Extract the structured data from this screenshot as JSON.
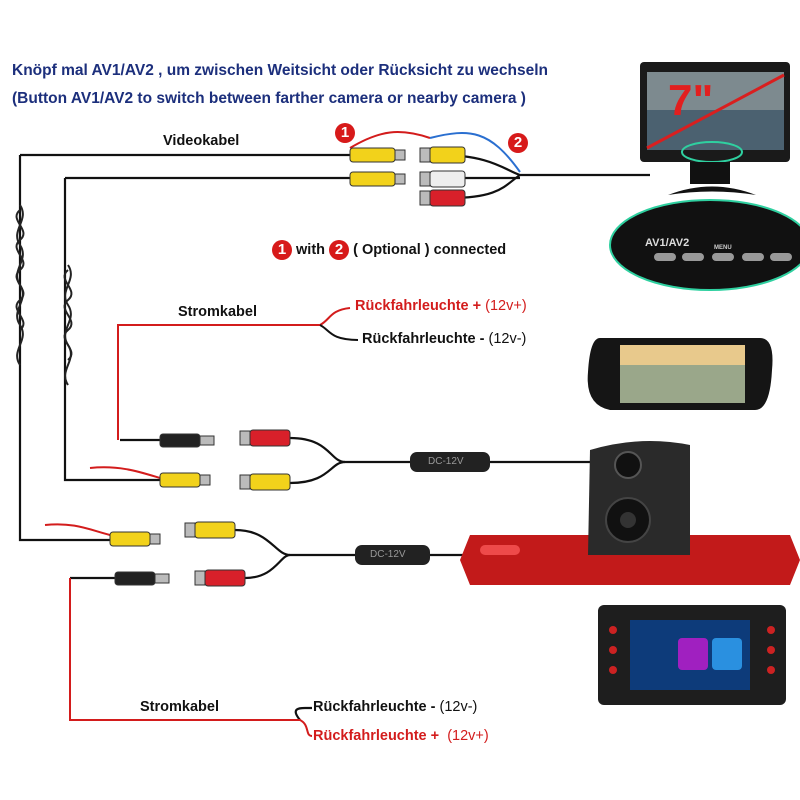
{
  "title": {
    "line1": "Knöpf mal AV1/AV2 , um zwischen Weitsicht oder Rücksicht zu wechseln",
    "line2": "(Button AV1/AV2 to switch between farther camera or nearby camera )"
  },
  "labels": {
    "videokabel": "Videokabel",
    "stromkabel_top": "Stromkabel",
    "stromkabel_bottom": "Stromkabel",
    "badge1": "1",
    "badge2": "2",
    "optional_badge1": "1",
    "optional_with": "with",
    "optional_badge2": "2",
    "optional_text": "( Optional ) connected",
    "top_plus": "Rückfahrleuchte +",
    "top_plus_v": "(12v+)",
    "top_minus": "Rückfahrleuchte -",
    "top_minus_v": "(12v-)",
    "bottom_minus": "Rückfahrleuchte -",
    "bottom_minus_v": "(12v-)",
    "bottom_plus": "Rückfahrleuchte +",
    "bottom_plus_v": "(12v+)",
    "dc_upper": "DC-12V",
    "dc_lower": "DC-12V",
    "monitor_size": "7\"",
    "av_button": "AV1/AV2",
    "menu_button": "MENU"
  },
  "colors": {
    "title": "#1c2f7c",
    "wire_red": "#d31c1c",
    "rca_yellow": "#f2d21b",
    "rca_red": "#d8202a",
    "accent_green": "#2fd0a0"
  }
}
